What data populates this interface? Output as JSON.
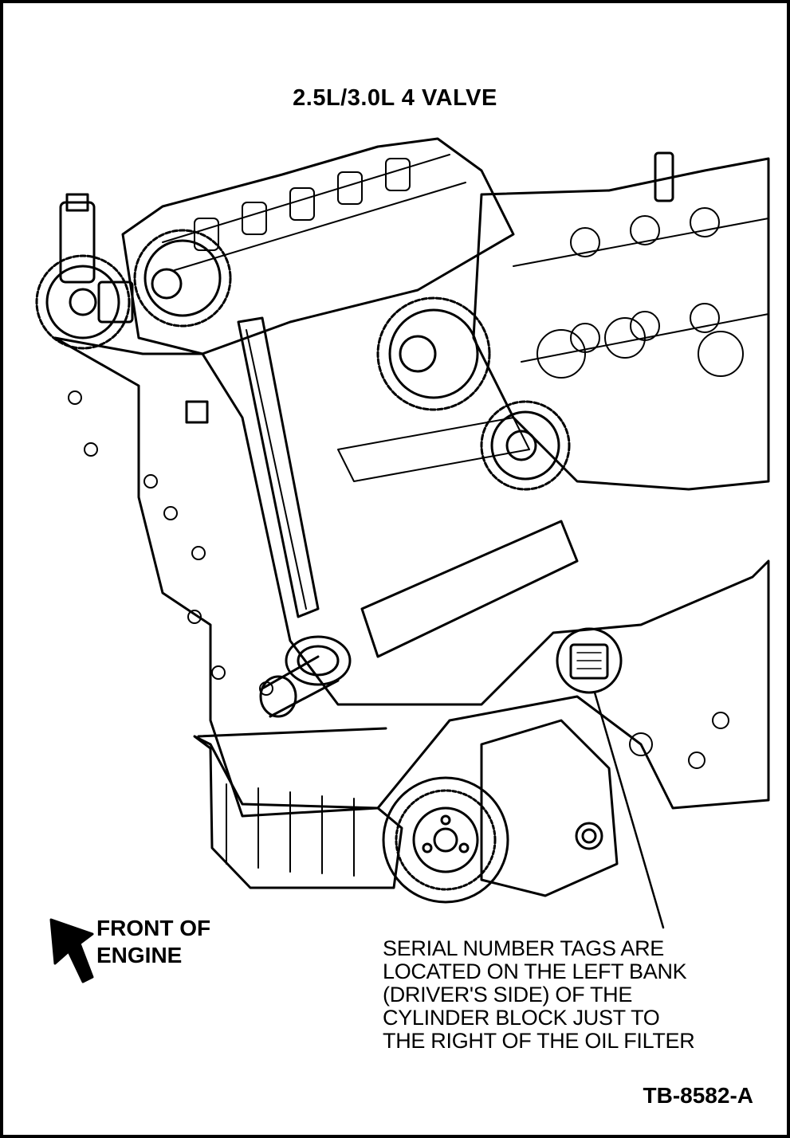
{
  "diagram": {
    "title": "2.5L/3.0L 4 VALVE",
    "front_label": [
      "FRONT OF",
      "ENGINE"
    ],
    "callout_lines": [
      "SERIAL NUMBER TAGS ARE",
      "LOCATED ON THE LEFT BANK",
      "(DRIVER'S SIDE) OF THE",
      "CYLINDER BLOCK JUST TO",
      "THE RIGHT OF THE OIL FILTER"
    ],
    "figure_id": "TB-8582-A"
  },
  "icons": {
    "front_arrow": "arrow-down-left-icon",
    "engine_illustration": "v6-engine-line-drawing"
  },
  "colors": {
    "ink": "#000000",
    "paper": "#ffffff"
  }
}
